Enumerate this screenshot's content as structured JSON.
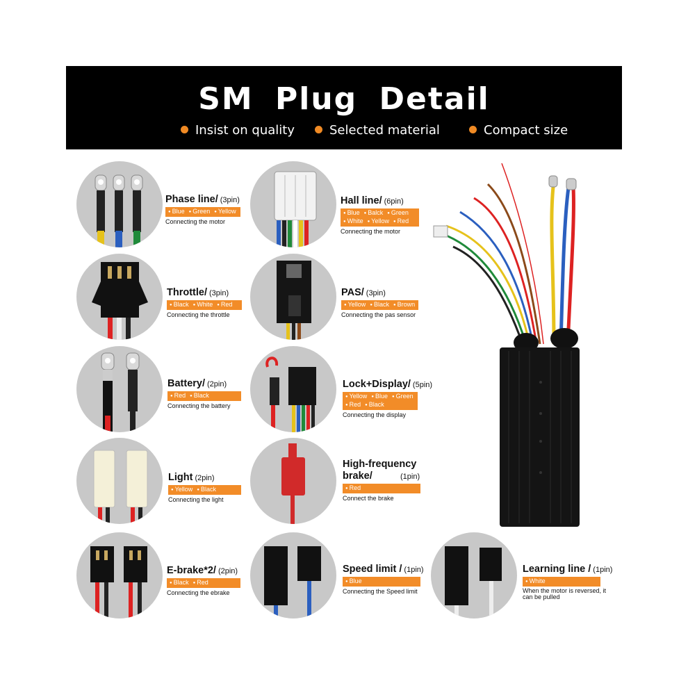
{
  "header": {
    "title": "SM Plug Detail",
    "features": [
      "Insist on quality",
      "Selected material",
      "Compact size"
    ],
    "accent_color": "#f08a24"
  },
  "plugs": [
    {
      "name": "Phase line/",
      "pins": "(3pin)",
      "colors": [
        "Blue",
        "Green",
        "Yellow"
      ],
      "desc": "Connecting the motor"
    },
    {
      "name": "Hall line/",
      "pins": "(6pin)",
      "colors": [
        "Blue",
        "Balck",
        "Green",
        "White",
        "Yellow",
        "Red"
      ],
      "desc": "Connecting the motor"
    },
    {
      "name": "Throttle/",
      "pins": "(3pin)",
      "colors": [
        "Black",
        "White",
        "Red"
      ],
      "desc": "Connecting the throttle"
    },
    {
      "name": "PAS/",
      "pins": "(3pin)",
      "colors": [
        "Yellow",
        "Black",
        "Brown"
      ],
      "desc": "Connecting the pas sensor"
    },
    {
      "name": "Battery/",
      "pins": "(2pin)",
      "colors": [
        "Red",
        "Black"
      ],
      "desc": "Connecting the battery"
    },
    {
      "name": "Lock+Display/",
      "pins": "(5pin)",
      "colors": [
        "Yellow",
        "Blue",
        "Green",
        "Red",
        "Black"
      ],
      "desc": "Connecting the display"
    },
    {
      "name": "Light",
      "pins": "(2pin)",
      "colors": [
        "Yellow",
        "Black"
      ],
      "desc": "Connecting the light"
    },
    {
      "name": "High-frequency brake/",
      "pins": "(1pin)",
      "colors": [
        "Red"
      ],
      "desc": "Connect the brake"
    },
    {
      "name": "E-brake*2/",
      "pins": "(2pin)",
      "colors": [
        "Black",
        "Red"
      ],
      "desc": "Connecting the ebrake"
    },
    {
      "name": "Speed limit /",
      "pins": "(1pin)",
      "colors": [
        "Blue"
      ],
      "desc": "Connecting the Speed limit"
    },
    {
      "name": "Learning line /",
      "pins": "(1pin)",
      "colors": [
        "White"
      ],
      "desc": "When the motor is reversed, it can be pulled"
    }
  ]
}
